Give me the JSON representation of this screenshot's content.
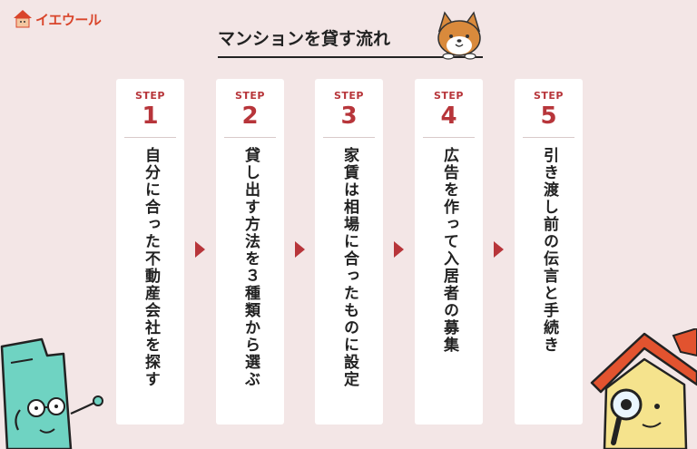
{
  "logo": {
    "text": "イエウール"
  },
  "title": "マンションを貸す流れ",
  "steps": [
    {
      "label": "STEP",
      "number": "1",
      "text": "自分に合った不動産会社を探す"
    },
    {
      "label": "STEP",
      "number": "2",
      "text": "貸し出す方法を３種類から選ぶ"
    },
    {
      "label": "STEP",
      "number": "3",
      "text": "家賃は相場に合ったものに設定"
    },
    {
      "label": "STEP",
      "number": "4",
      "text": "広告を作って入居者の募集"
    },
    {
      "label": "STEP",
      "number": "5",
      "text": "引き渡し前の伝言と手続き"
    }
  ],
  "colors": {
    "background": "#f3e6e6",
    "accent": "#b7353a",
    "card": "#ffffff",
    "logo": "#d9452b"
  }
}
